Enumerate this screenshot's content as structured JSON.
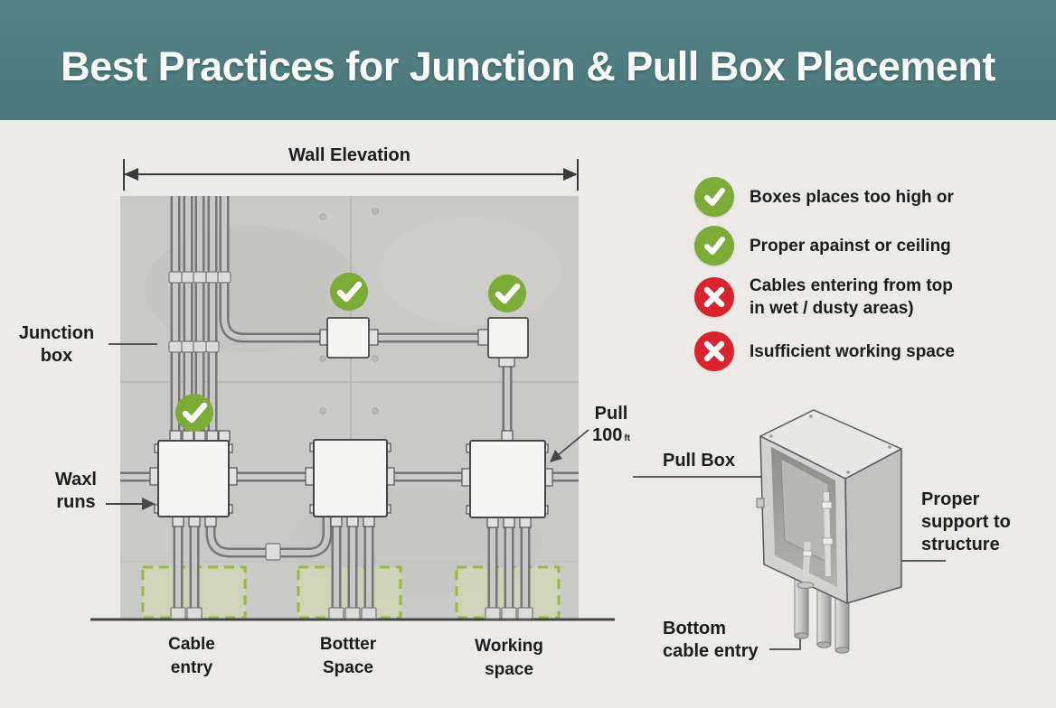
{
  "header": {
    "title": "Best Practices for Junction & Pull Box Placement"
  },
  "wall_diagram": {
    "dimension_label": "Wall Elevation",
    "junction_box_label": {
      "line1": "Junction",
      "line2": "box"
    },
    "wall_runs_label": {
      "line1": "Waxl",
      "line2": "runs"
    },
    "pull_point_label": {
      "line1": "Pull",
      "value": "100",
      "unit": "ft"
    },
    "zone_labels": [
      {
        "line1": "Cable",
        "line2": "entry"
      },
      {
        "line1": "Bottter",
        "line2": "Space"
      },
      {
        "line1": "Working",
        "line2": "space"
      }
    ]
  },
  "legend": {
    "items": [
      {
        "icon": "check-icon",
        "color": "#7cab38",
        "text": "Boxes places too high or"
      },
      {
        "icon": "check-icon",
        "color": "#7cab38",
        "text": "Proper apainst or ceiling"
      },
      {
        "icon": "cross-icon",
        "color": "#d8242f",
        "text": "Cables entering from top",
        "text2": "in wet / dusty areas)"
      },
      {
        "icon": "cross-icon",
        "color": "#d8242f",
        "text": "Isufficient working space"
      }
    ]
  },
  "pull_box_detail": {
    "pull_box_label": "Pull Box",
    "support_label": {
      "line1": "Proper",
      "line2": "support to",
      "line3": "structure"
    },
    "bottom_entry_label": {
      "line1": "Bottom",
      "line2": "cable entry"
    }
  },
  "colors": {
    "header_teal": "#4f7d80",
    "background": "#ebeae7",
    "wall_gray": "#c9c9c7",
    "check_green": "#7cab38",
    "cross_red": "#d8242f",
    "zone_dash_green": "#95bd3e",
    "text_dark": "#1d1d1d"
  }
}
